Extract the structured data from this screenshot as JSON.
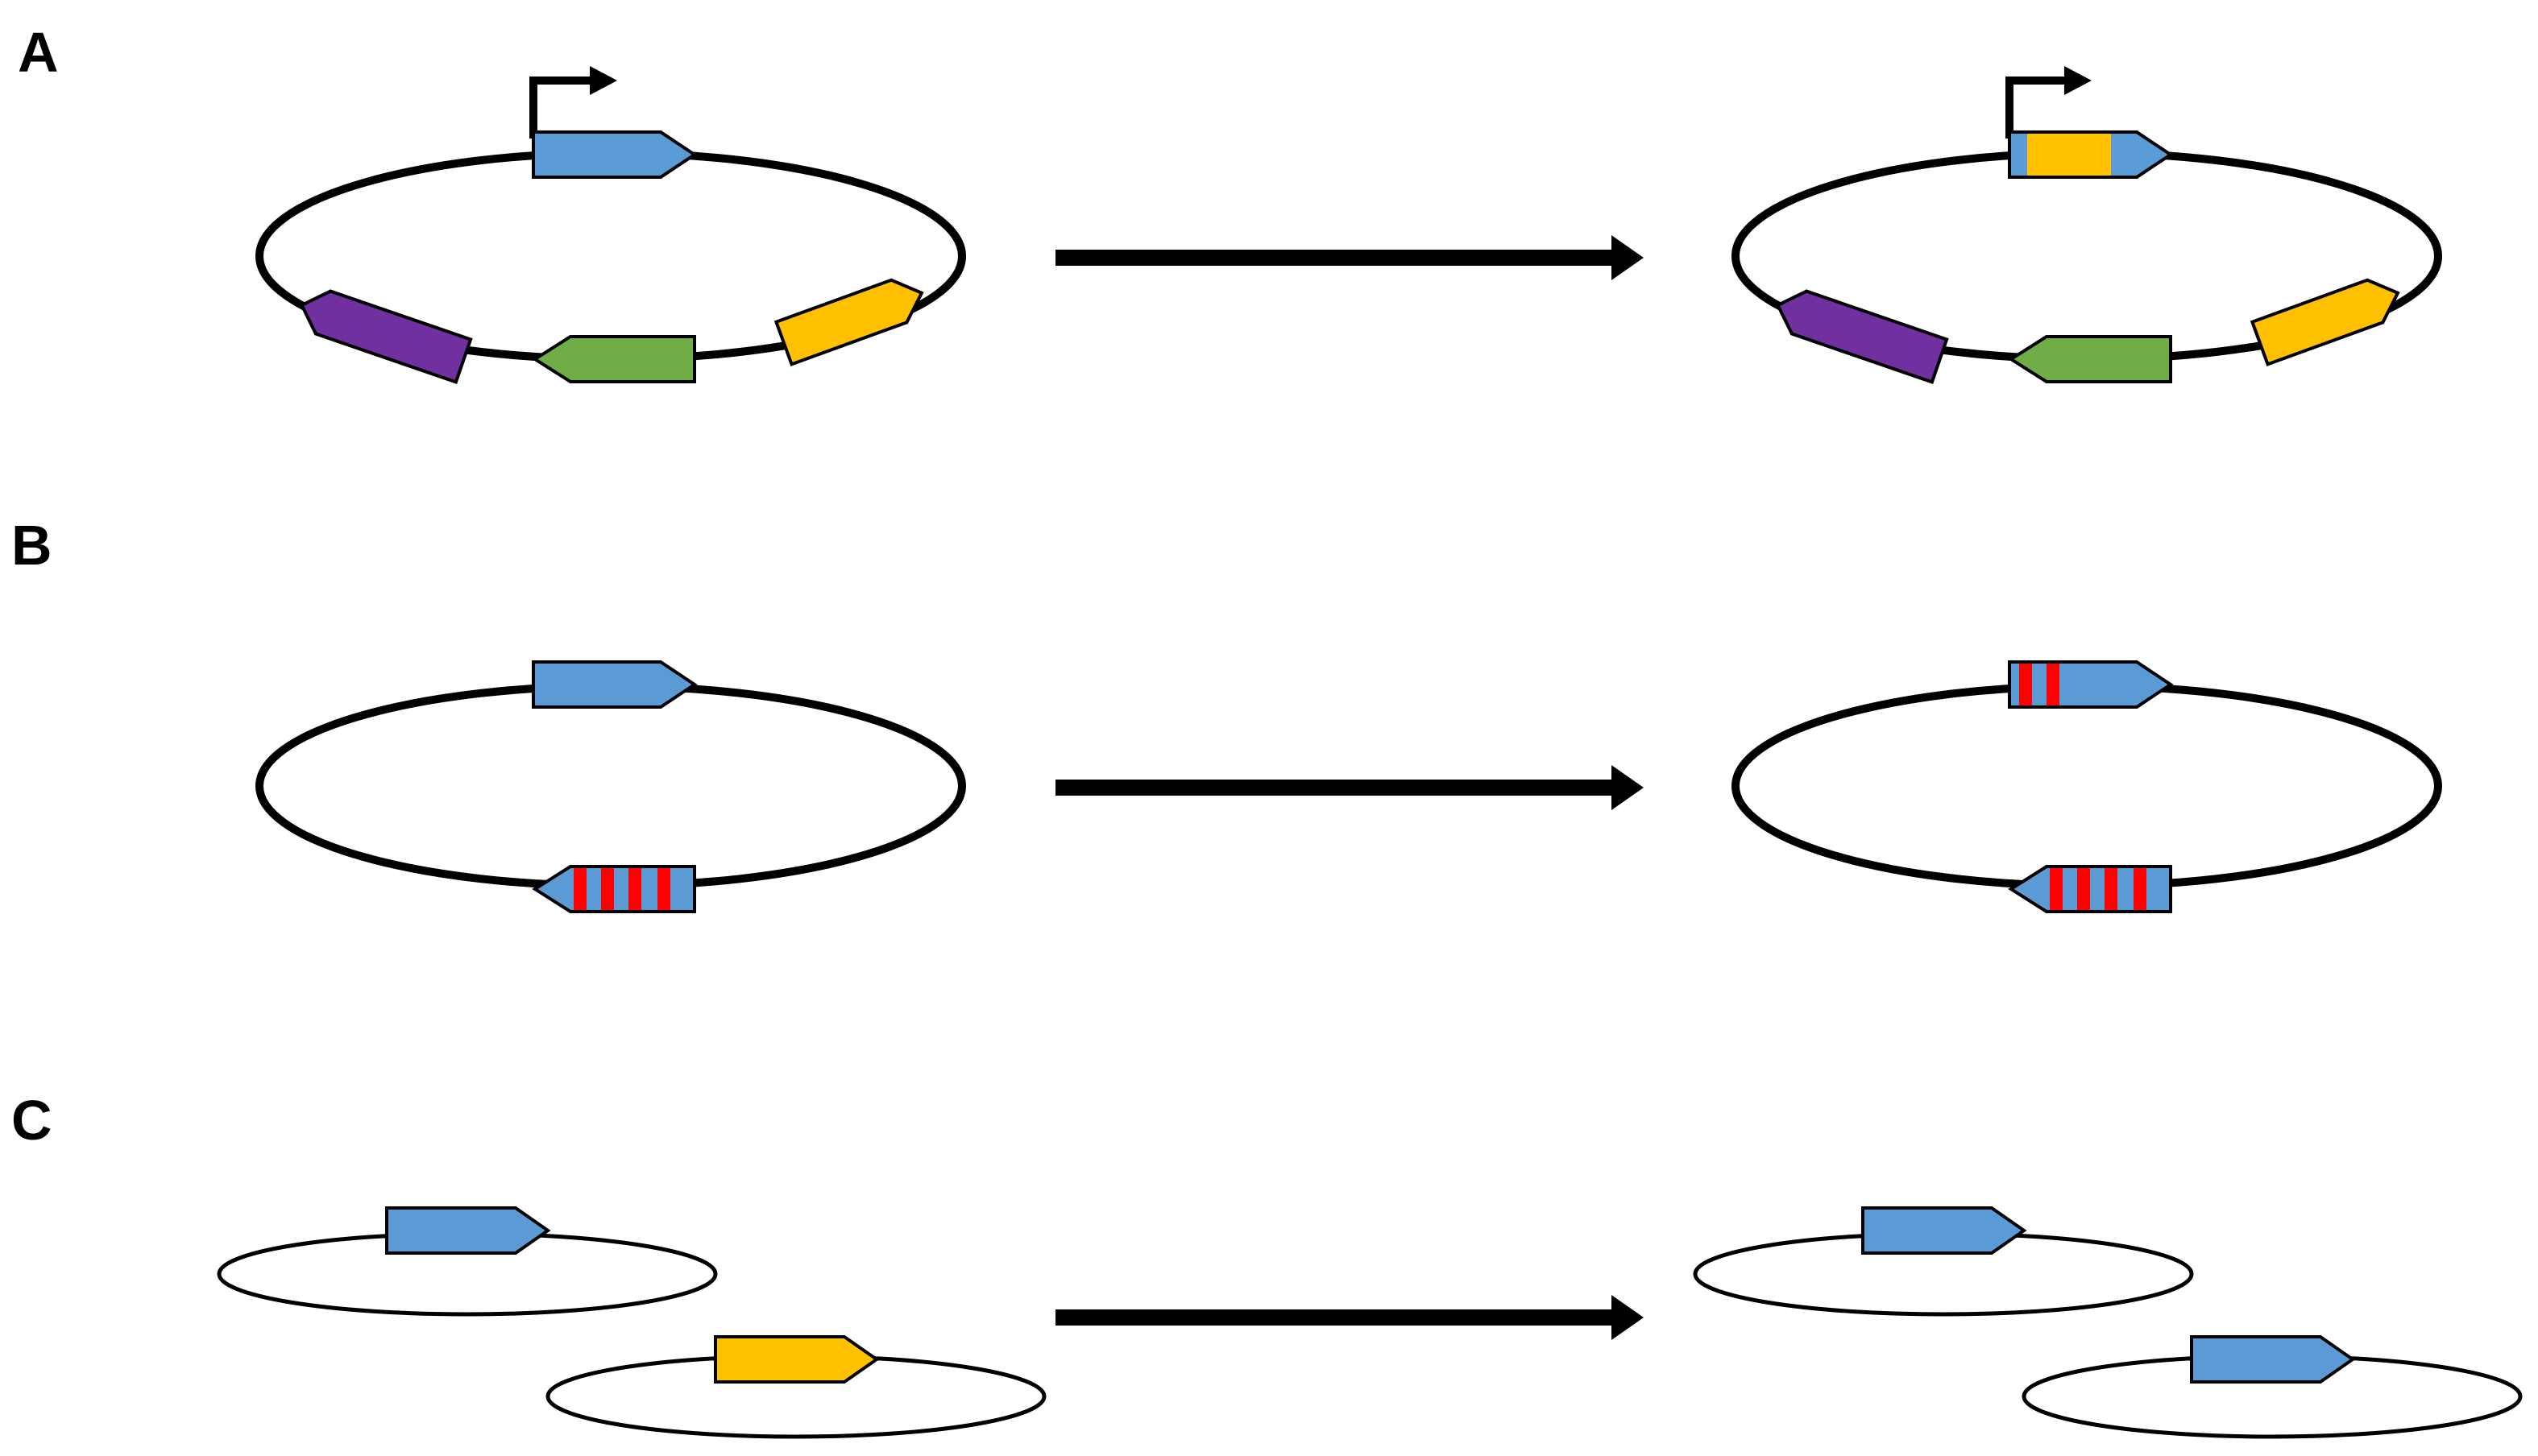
{
  "panels": {
    "a": {
      "label": "A"
    },
    "b": {
      "label": "B"
    },
    "c": {
      "label": "C"
    }
  },
  "colors": {
    "outline": "#000000",
    "blue_gene": "#5B9BD5",
    "yellow_gene": "#FFC000",
    "green_gene": "#70AD47",
    "purple_gene": "#7030A0",
    "red_stripe": "#FF0000",
    "background": "#FFFFFF"
  },
  "icons": {
    "promoter": "promoter-arrow-icon",
    "process": "right-arrow-icon"
  }
}
